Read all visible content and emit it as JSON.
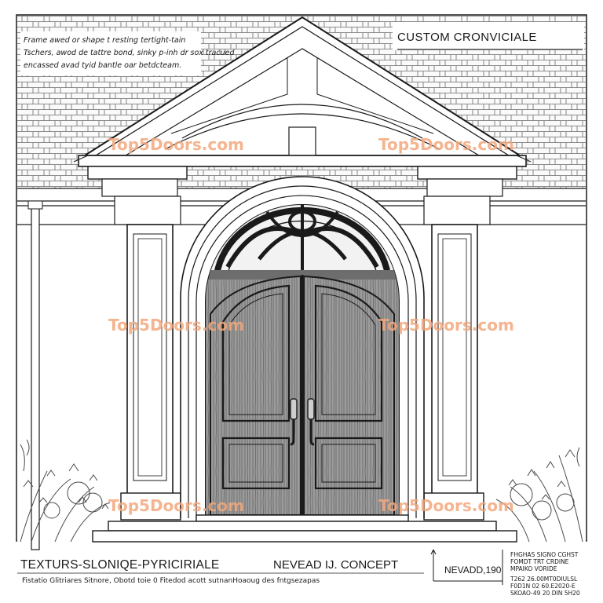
{
  "header": {
    "title": "CUSTOM CRONVICIALE",
    "notes": [
      "Frame awed or shape t resting tertight-tain",
      "Tschers, awod de tattre bond, sinky p-inh dr sox tracued",
      "encassed avad tyid bantle oar betdcteam."
    ]
  },
  "caption": {
    "main": "TEXTURS-SLONIQE-PYRICIRIALE",
    "concept": "NEVEAD IJ. CONCEPT",
    "sub": "Fistatio Glitriares Sitnore, Obotd toie 0 Fitedod acott sutnanHoaoug des fntgsezapas"
  },
  "spec_block": {
    "label": "NEVADD,190",
    "lines_upper": [
      "FHGHAS SIGNO CGHST",
      "FOMDT TRT CRDINE",
      "MPAIKO VORIDE"
    ],
    "lines_lower": [
      "T262 26.00MT0DIULSL",
      "F0D1N 02 60.E2020-E",
      "SKOAO-49 20 DIN 5H20"
    ]
  },
  "watermarks": [
    "Top5Doors.com",
    "Top5Doors.com",
    "Top5Doors.com",
    "Top5Doors.com",
    "Top5Doors.com",
    "Top5Doors.com"
  ],
  "colors": {
    "ink": "#1a1a1a",
    "watermark": "#f4a87c",
    "paper": "#ffffff",
    "wood": "#8c8c8c"
  }
}
